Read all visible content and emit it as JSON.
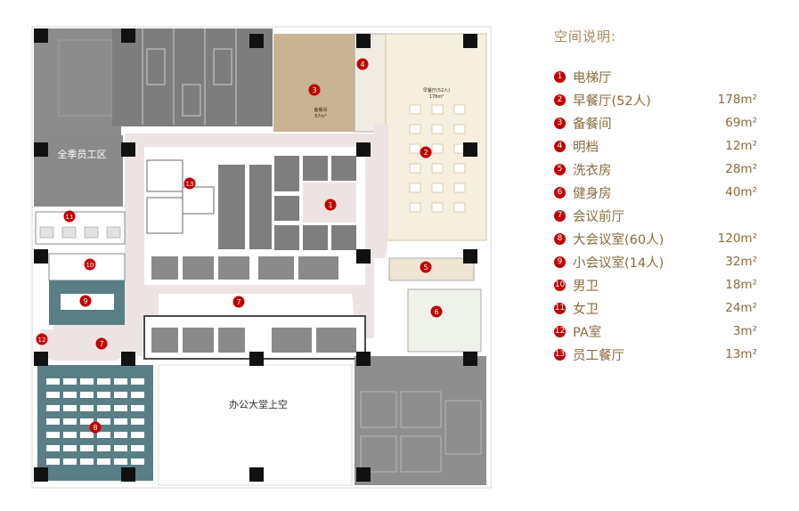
{
  "floorplan": {
    "labels": {
      "staff_area": "全季员工区",
      "lobby_void": "办公大堂上空",
      "breakfast_small": "早餐厅(52人)",
      "area_178": "178m²",
      "prep_small": "备餐间",
      "area_69": "67m²"
    },
    "markers": [
      "1",
      "2",
      "3",
      "4",
      "5",
      "6",
      "7",
      "7",
      "8",
      "9",
      "10",
      "11",
      "12",
      "13"
    ]
  },
  "legend": {
    "title": "空间说明:",
    "items": [
      {
        "num": "1",
        "name": "电梯厅",
        "area": ""
      },
      {
        "num": "2",
        "name": "早餐厅(52人)",
        "area": "178m²"
      },
      {
        "num": "3",
        "name": "备餐间",
        "area": "69m²"
      },
      {
        "num": "4",
        "name": "明档",
        "area": "12m²"
      },
      {
        "num": "5",
        "name": "洗衣房",
        "area": "28m²"
      },
      {
        "num": "6",
        "name": "健身房",
        "area": "40m²"
      },
      {
        "num": "7",
        "name": "会议前厅",
        "area": ""
      },
      {
        "num": "8",
        "name": "大会议室(60人)",
        "area": "120m²"
      },
      {
        "num": "9",
        "name": "小会议室(14人)",
        "area": "32m²"
      },
      {
        "num": "10",
        "name": "男卫",
        "area": "18m²"
      },
      {
        "num": "11",
        "name": "女卫",
        "area": "24m²"
      },
      {
        "num": "12",
        "name": "PA室",
        "area": "3m²"
      },
      {
        "num": "13",
        "name": "员工餐厅",
        "area": "13m²"
      }
    ]
  },
  "colors": {
    "marker": "#c00000",
    "corridor": "#eee3e3",
    "prep": "#c9b393",
    "breakfast": "#f6efe0",
    "meeting": "#5a7e86",
    "gray_zone": "#8a8a8a",
    "legend_text": "#8a6a3c"
  }
}
